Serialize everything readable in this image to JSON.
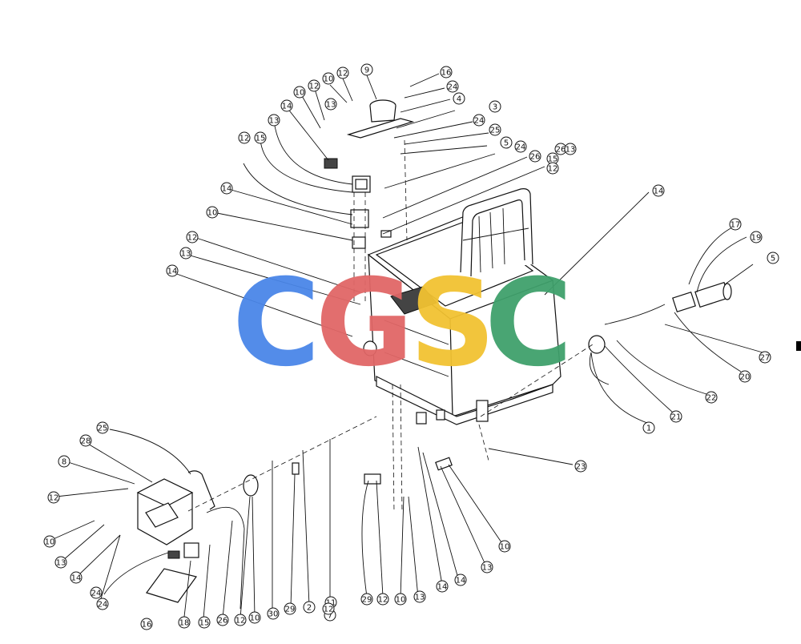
{
  "watermark": {
    "letters": [
      {
        "char": "C",
        "color": "#4a86e8"
      },
      {
        "char": "G",
        "color": "#e06666"
      },
      {
        "char": "S",
        "color": "#f1c232"
      },
      {
        "char": "C",
        "color": "#3fa06b"
      }
    ]
  },
  "callouts": [
    "9",
    "10",
    "12",
    "12",
    "10",
    "13",
    "14",
    "13",
    "12",
    "14",
    "10",
    "12",
    "13",
    "14",
    "15",
    "16",
    "24",
    "4",
    "24",
    "3",
    "25",
    "5",
    "24",
    "26",
    "26",
    "15",
    "12",
    "13",
    "14",
    "17",
    "19",
    "5",
    "27",
    "20",
    "22",
    "21",
    "1",
    "23",
    "25",
    "28",
    "8",
    "12",
    "10",
    "13",
    "14",
    "24",
    "24",
    "16",
    "18",
    "15",
    "26",
    "12",
    "10",
    "30",
    "29",
    "2",
    "11",
    "7",
    "29",
    "12",
    "10",
    "13",
    "14",
    "14",
    "13",
    "10",
    "12"
  ]
}
